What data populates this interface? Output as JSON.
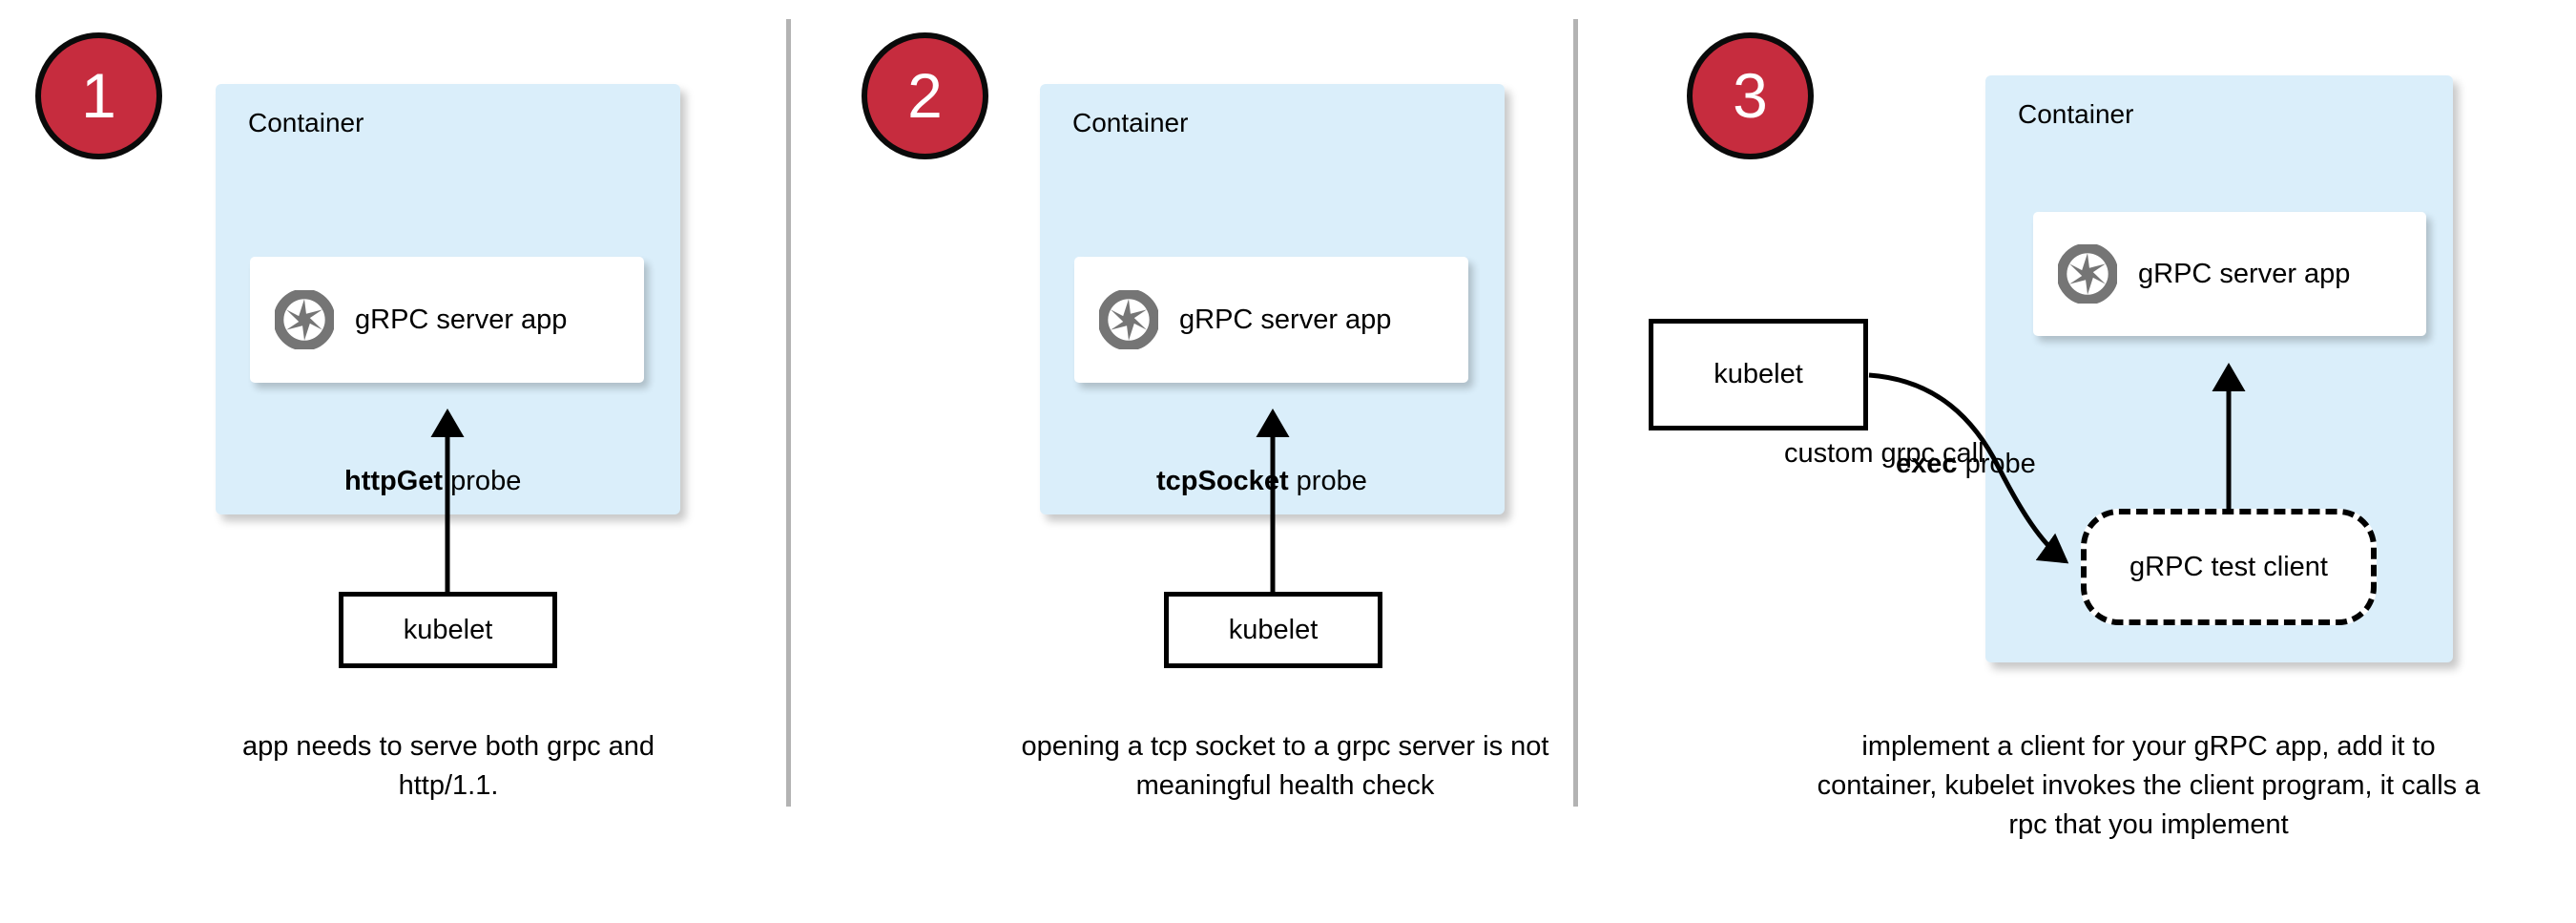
{
  "diagram": {
    "panels": [
      {
        "badge": "1",
        "container_label": "Container",
        "app_card_label": "gRPC server app",
        "app_icon": "aperture-icon",
        "kubelet_label": "kubelet",
        "probe_label_bold": "httpGet",
        "probe_label_rest": " probe",
        "caption": "app needs to serve both grpc and http/1.1."
      },
      {
        "badge": "2",
        "container_label": "Container",
        "app_card_label": "gRPC server app",
        "app_icon": "aperture-icon",
        "kubelet_label": "kubelet",
        "probe_label_bold": "tcpSocket",
        "probe_label_rest": " probe",
        "caption": "opening a tcp socket to a grpc server is not meaningful health check"
      },
      {
        "badge": "3",
        "container_label": "Container",
        "app_card_label": "gRPC server app",
        "app_icon": "aperture-icon",
        "kubelet_label": "kubelet",
        "probe_label_bold": "exec",
        "probe_label_rest": " probe",
        "grpc_call_label": "custom grpc call",
        "test_client_label": "gRPC test client",
        "caption": "implement a client for your gRPC app, add it to container, kubelet invokes the client program, it calls a rpc that you implement"
      }
    ]
  },
  "colors": {
    "badge_red": "#C62C3E",
    "container_blue": "#DAEEFA",
    "divider_gray": "#B3B3B3",
    "icon_gray": "#757575",
    "stroke_black": "#000000"
  }
}
